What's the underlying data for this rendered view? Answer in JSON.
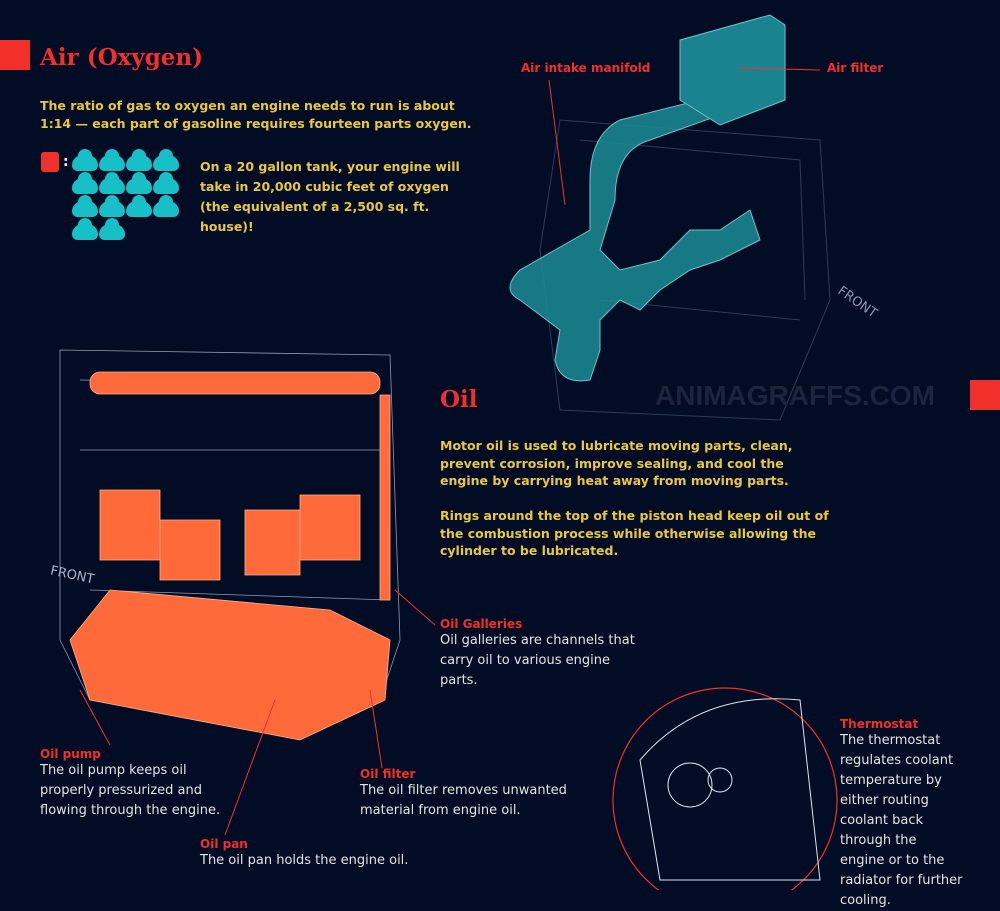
{
  "colors": {
    "background": "#020c24",
    "accent_red": "#f2302b",
    "text_yellow": "#e9c83f",
    "air_cyan": "#17c0c6",
    "oil_orange": "#ff6a3a"
  },
  "air": {
    "title": "Air (Oxygen)",
    "intro": "The ratio of gas to oxygen an engine needs to run is about 1:14 — each part of gasoline requires fourteen parts oxygen.",
    "fuel_icon": "gas-can-icon",
    "cloud_count": 14,
    "tank_fact": "On a 20 gallon tank, your engine will take in 20,000 cubic feet of oxygen (the equivalent of a 2,500 sq. ft. house)!",
    "labels": {
      "manifold": "Air intake manifold",
      "filter": "Air filter",
      "front": "FRONT"
    }
  },
  "watermark": {
    "site": "ANIMAGRAFFS.COM"
  },
  "oil": {
    "title": "Oil",
    "p1": "Motor oil is used to lubricate moving parts, clean, prevent corrosion, improve sealing, and cool the engine by carrying heat away from moving parts.",
    "p2": "Rings around the top of the piston head keep oil out of the combustion process while otherwise allowing the cylinder to be lubricated.",
    "front": "FRONT",
    "parts": [
      {
        "name": "Oil Galleries",
        "desc": "Oil galleries are channels that carry oil to various engine parts."
      },
      {
        "name": "Oil pump",
        "desc": "The oil pump keeps oil properly pressurized and flowing through the engine."
      },
      {
        "name": "Oil filter",
        "desc": "The oil filter removes unwanted material from engine oil."
      },
      {
        "name": "Oil pan",
        "desc": "The oil pan holds the engine oil."
      }
    ]
  },
  "thermostat": {
    "name": "Thermostat",
    "desc": "The thermostat regulates coolant temperature by either routing coolant back through the engine or to the radiator for further cooling."
  }
}
